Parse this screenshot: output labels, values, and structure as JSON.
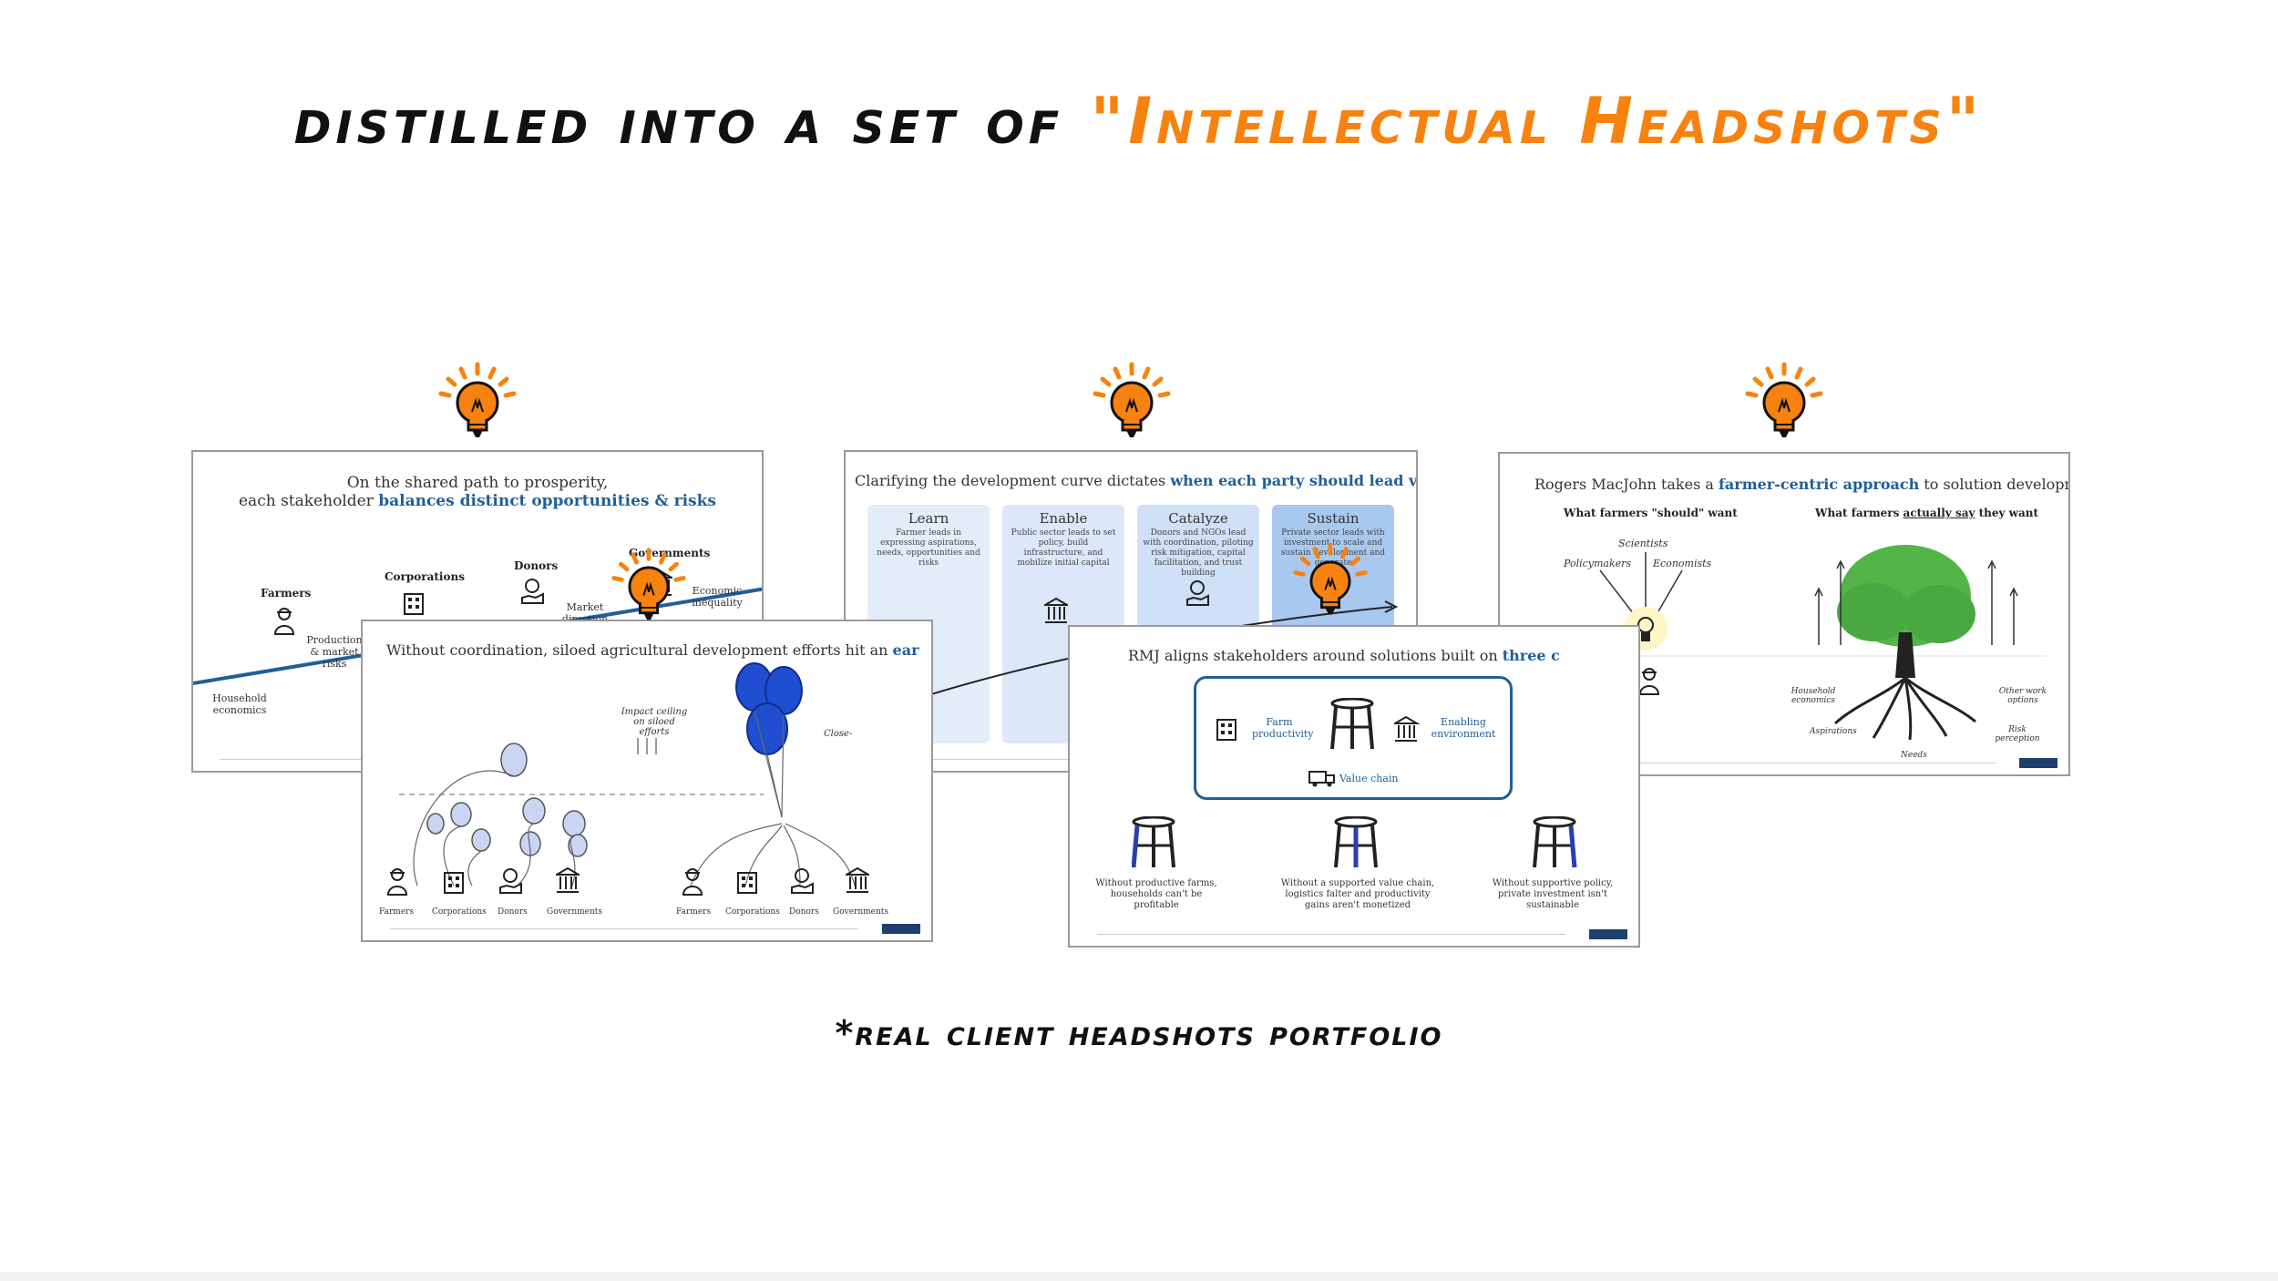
{
  "headline": {
    "prefix": "distilled into a set of ",
    "highlight": "\"Intellectual Headshots\""
  },
  "footnote": "*real client headshots portfolio",
  "colors": {
    "accent": "#f7820f",
    "text": "#111111",
    "navy": "#1f5f99"
  },
  "icons": {
    "bulb": "lightbulb-icon"
  },
  "slides": {
    "s1": {
      "title_line1": "On the shared path to prosperity,",
      "title_pre": "each stakeholder ",
      "title_bold": "balances distinct opportunities & risks",
      "farmers": "Farmers",
      "corporations": "Corporations",
      "donors": "Donors",
      "governments": "Governments",
      "prod_risks": "Production & market risks",
      "market_dir": "Market direction",
      "econ_ineq": "Economic inequality",
      "household": "Household economics"
    },
    "s2": {
      "title_pre": "Without coordination, siloed agricultural development efforts hit an ",
      "title_bold": "ear",
      "impact": "Impact ceiling on siloed efforts",
      "close": "Close-",
      "labels": [
        "Farmers",
        "Corporations",
        "Donors",
        "Governments"
      ]
    },
    "s3": {
      "title_pre": "Clarifying the development curve dictates ",
      "title_bold": "when each party should lead vs. advise",
      "cols": [
        {
          "name": "Learn",
          "desc": "Farmer leads in expressing aspirations, needs, opportunities and risks"
        },
        {
          "name": "Enable",
          "desc": "Public sector leads to set policy, build infrastructure, and mobilize initial capital"
        },
        {
          "name": "Catalyze",
          "desc": "Donors and NGOs lead with coordination, piloting risk mitigation, capital facilitation, and trust building"
        },
        {
          "name": "Sustain",
          "desc": "Private sector leads with investment to scale and sustain development and generate"
        }
      ]
    },
    "s4": {
      "title_pre": "RMJ aligns stakeholders around solutions built on ",
      "title_bold": "three c",
      "farm": "Farm productivity",
      "enabling": "Enabling environment",
      "value_chain": "Value chain",
      "s1": "Without productive farms, households can't be profitable",
      "s2": "Without a supported value chain, logistics falter and productivity gains aren't monetized",
      "s3": "Without supportive policy, private investment isn't sustainable"
    },
    "s5": {
      "title_pre": "Rogers MacJohn takes a ",
      "title_bold": "farmer-centric approach",
      "title_post": " to solution development",
      "left_head": "What farmers \"should\" want",
      "right_head_pre": "What farmers ",
      "right_head_bold": "actually say",
      "right_head_post": " they want",
      "scientists": "Scientists",
      "policymakers": "Policymakers",
      "economists": "Economists",
      "household": "Household economics",
      "aspirations": "Aspirations",
      "needs": "Needs",
      "other_work": "Other work options",
      "risk": "Risk perception"
    }
  }
}
